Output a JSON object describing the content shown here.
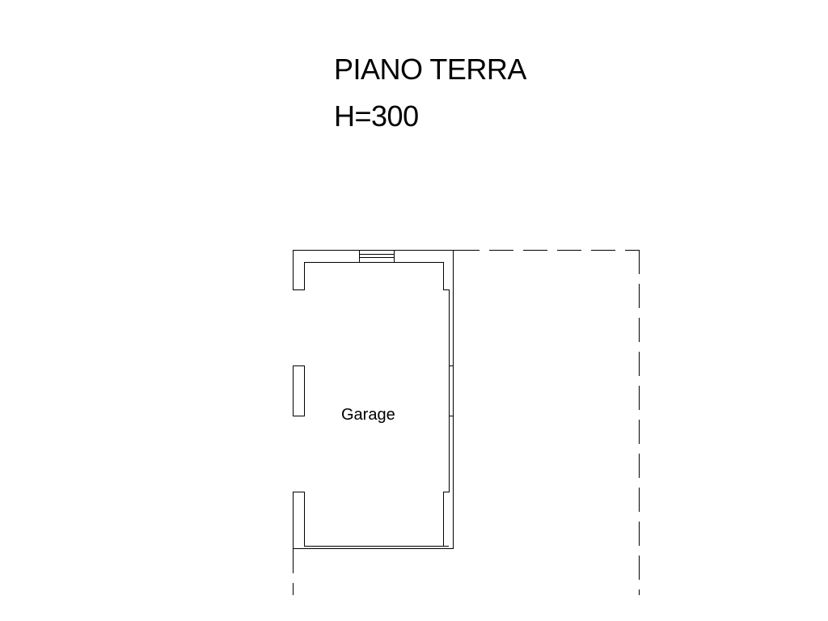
{
  "header": {
    "title": "PIANO TERRA",
    "height_label": "H=300"
  },
  "plan": {
    "rooms": [
      {
        "label": "Garage"
      }
    ],
    "colors": {
      "line": "#000000",
      "background": "#ffffff"
    }
  }
}
